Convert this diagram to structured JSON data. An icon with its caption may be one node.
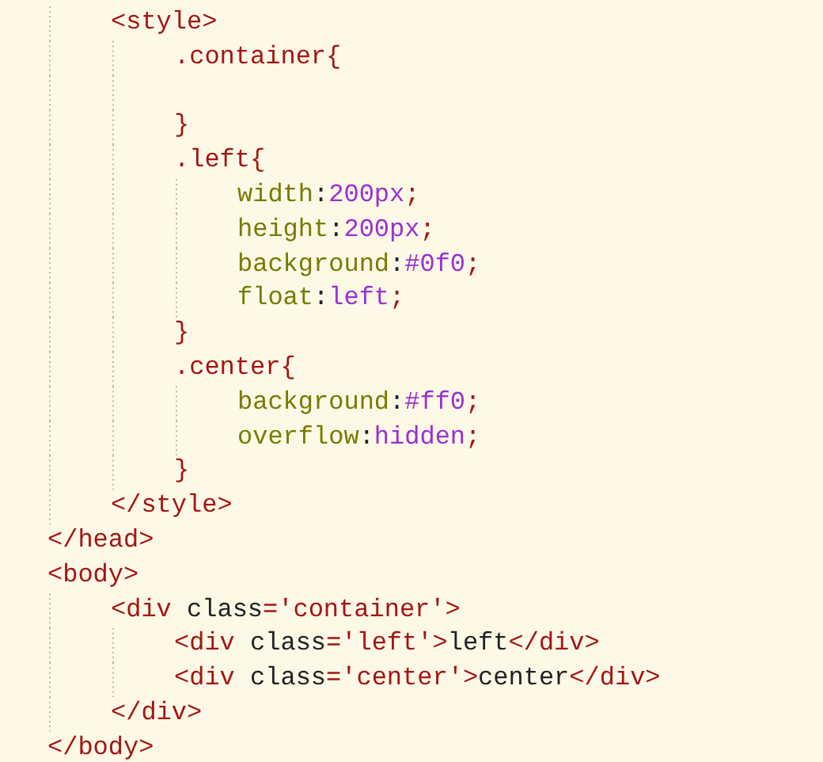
{
  "diagram": {
    "labels": [
      "<style>",
      ".container{",
      "}",
      ".left{",
      "width:200px;",
      "height:200px;",
      "background:#0f0;",
      "float:left;",
      "}",
      ".center{",
      "background:#ff0;",
      "overflow:hidden;",
      "}",
      "</style>",
      "</head>",
      "<body>",
      "<div class='container'>",
      "<div class='left'>left</div>",
      "<div class='center'>center</div>",
      "</div>",
      "</body>"
    ]
  }
}
